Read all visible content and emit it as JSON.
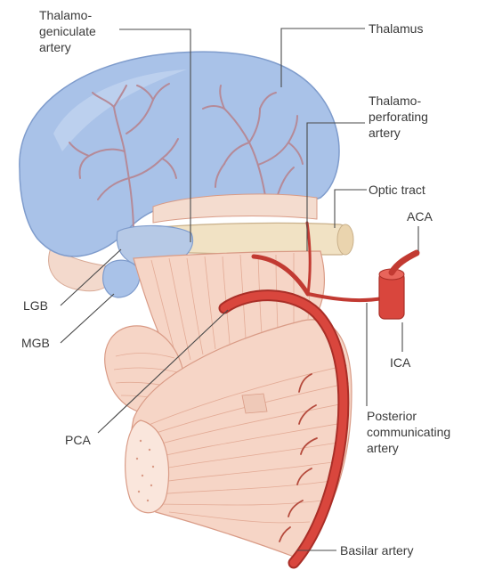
{
  "labels": {
    "thalamogeniculate": [
      "Thalamo-",
      "geniculate",
      "artery"
    ],
    "thalamus": "Thalamus",
    "thalamoperforating": [
      "Thalamo-",
      "perforating",
      "artery"
    ],
    "optic_tract": "Optic tract",
    "aca": "ACA",
    "lgb": "LGB",
    "mgb": "MGB",
    "ica": "ICA",
    "pca": "PCA",
    "posterior_communicating": [
      "Posterior",
      "communicating",
      "artery"
    ],
    "basilar": "Basilar artery"
  },
  "colors": {
    "thalamus_fill": "#a9c2e8",
    "thalamus_edge": "#7f9ccc",
    "brainstem_fill": "#f6d5c6",
    "brainstem_stroke": "#d99b86",
    "artery_fill": "#d9463d",
    "artery_edge": "#a92e27",
    "optic_tract_fill": "#f1e2c4",
    "vessel_branch": "#b58a98"
  }
}
